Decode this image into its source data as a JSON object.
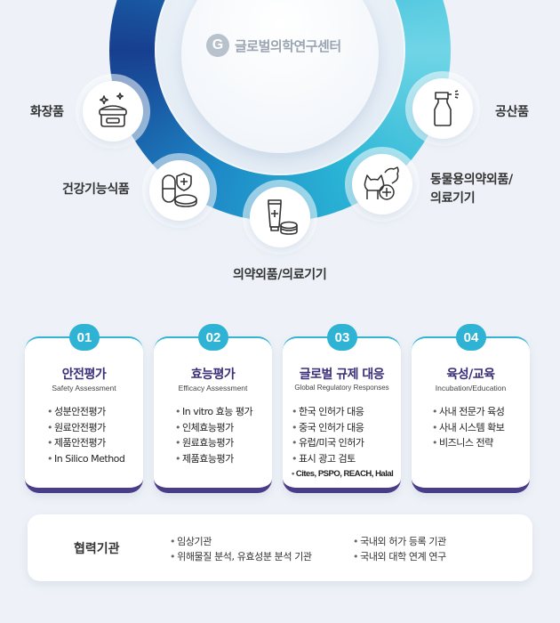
{
  "hub": {
    "logo_mark": "G",
    "logo_text": "글로벌의학연구센터"
  },
  "categories": [
    {
      "label": "화장품",
      "icon": "cosmetic-jar-icon"
    },
    {
      "label": "공산품",
      "icon": "spray-bottle-icon"
    },
    {
      "label": "건강기능식품",
      "icon": "pills-icon"
    },
    {
      "label": "동물용의약외품/\n의료기기",
      "icon": "pet-cross-icon"
    },
    {
      "label": "의약외품/의료기기",
      "icon": "medicine-tube-icon"
    }
  ],
  "cards": [
    {
      "num": "01",
      "title": "안전평가",
      "subtitle": "Safety Assessment",
      "items": [
        "성분안전평가",
        "원료안전평가",
        "제품안전평가",
        "In Silico Method"
      ]
    },
    {
      "num": "02",
      "title": "효능평가",
      "subtitle": "Efficacy Assessment",
      "items": [
        "In vitro 효능 평가",
        "인체효능평가",
        "원료효능평가",
        "제품효능평가"
      ]
    },
    {
      "num": "03",
      "title": "글로벌 규제 대응",
      "subtitle": "Global Regulatory Responses",
      "items": [
        "한국 인허가 대응",
        "중국 인허가 대응",
        "유럽/미국 인허가",
        "표시 광고 검토",
        "Cites, PSPO, REACH, Halal"
      ]
    },
    {
      "num": "04",
      "title": "육성/교육",
      "subtitle": "Incubation/Education",
      "items": [
        "사내 전문가 육성",
        "사내 시스템 확보",
        "비즈니스 전략"
      ]
    }
  ],
  "partners": {
    "title": "협력기관",
    "col1": [
      "임상기관",
      "위해물질 분석, 유효성분 분석 기관"
    ],
    "col2": [
      "국내외 허가 등록 기관",
      "국내외 대학 연계 연구"
    ]
  },
  "colors": {
    "ring_light": "#6fd5e6",
    "ring_dark": "#173f8f",
    "accent": "#2fb3d4",
    "title_purple": "#3b2e78",
    "card_bottom": "#4a3d87"
  }
}
